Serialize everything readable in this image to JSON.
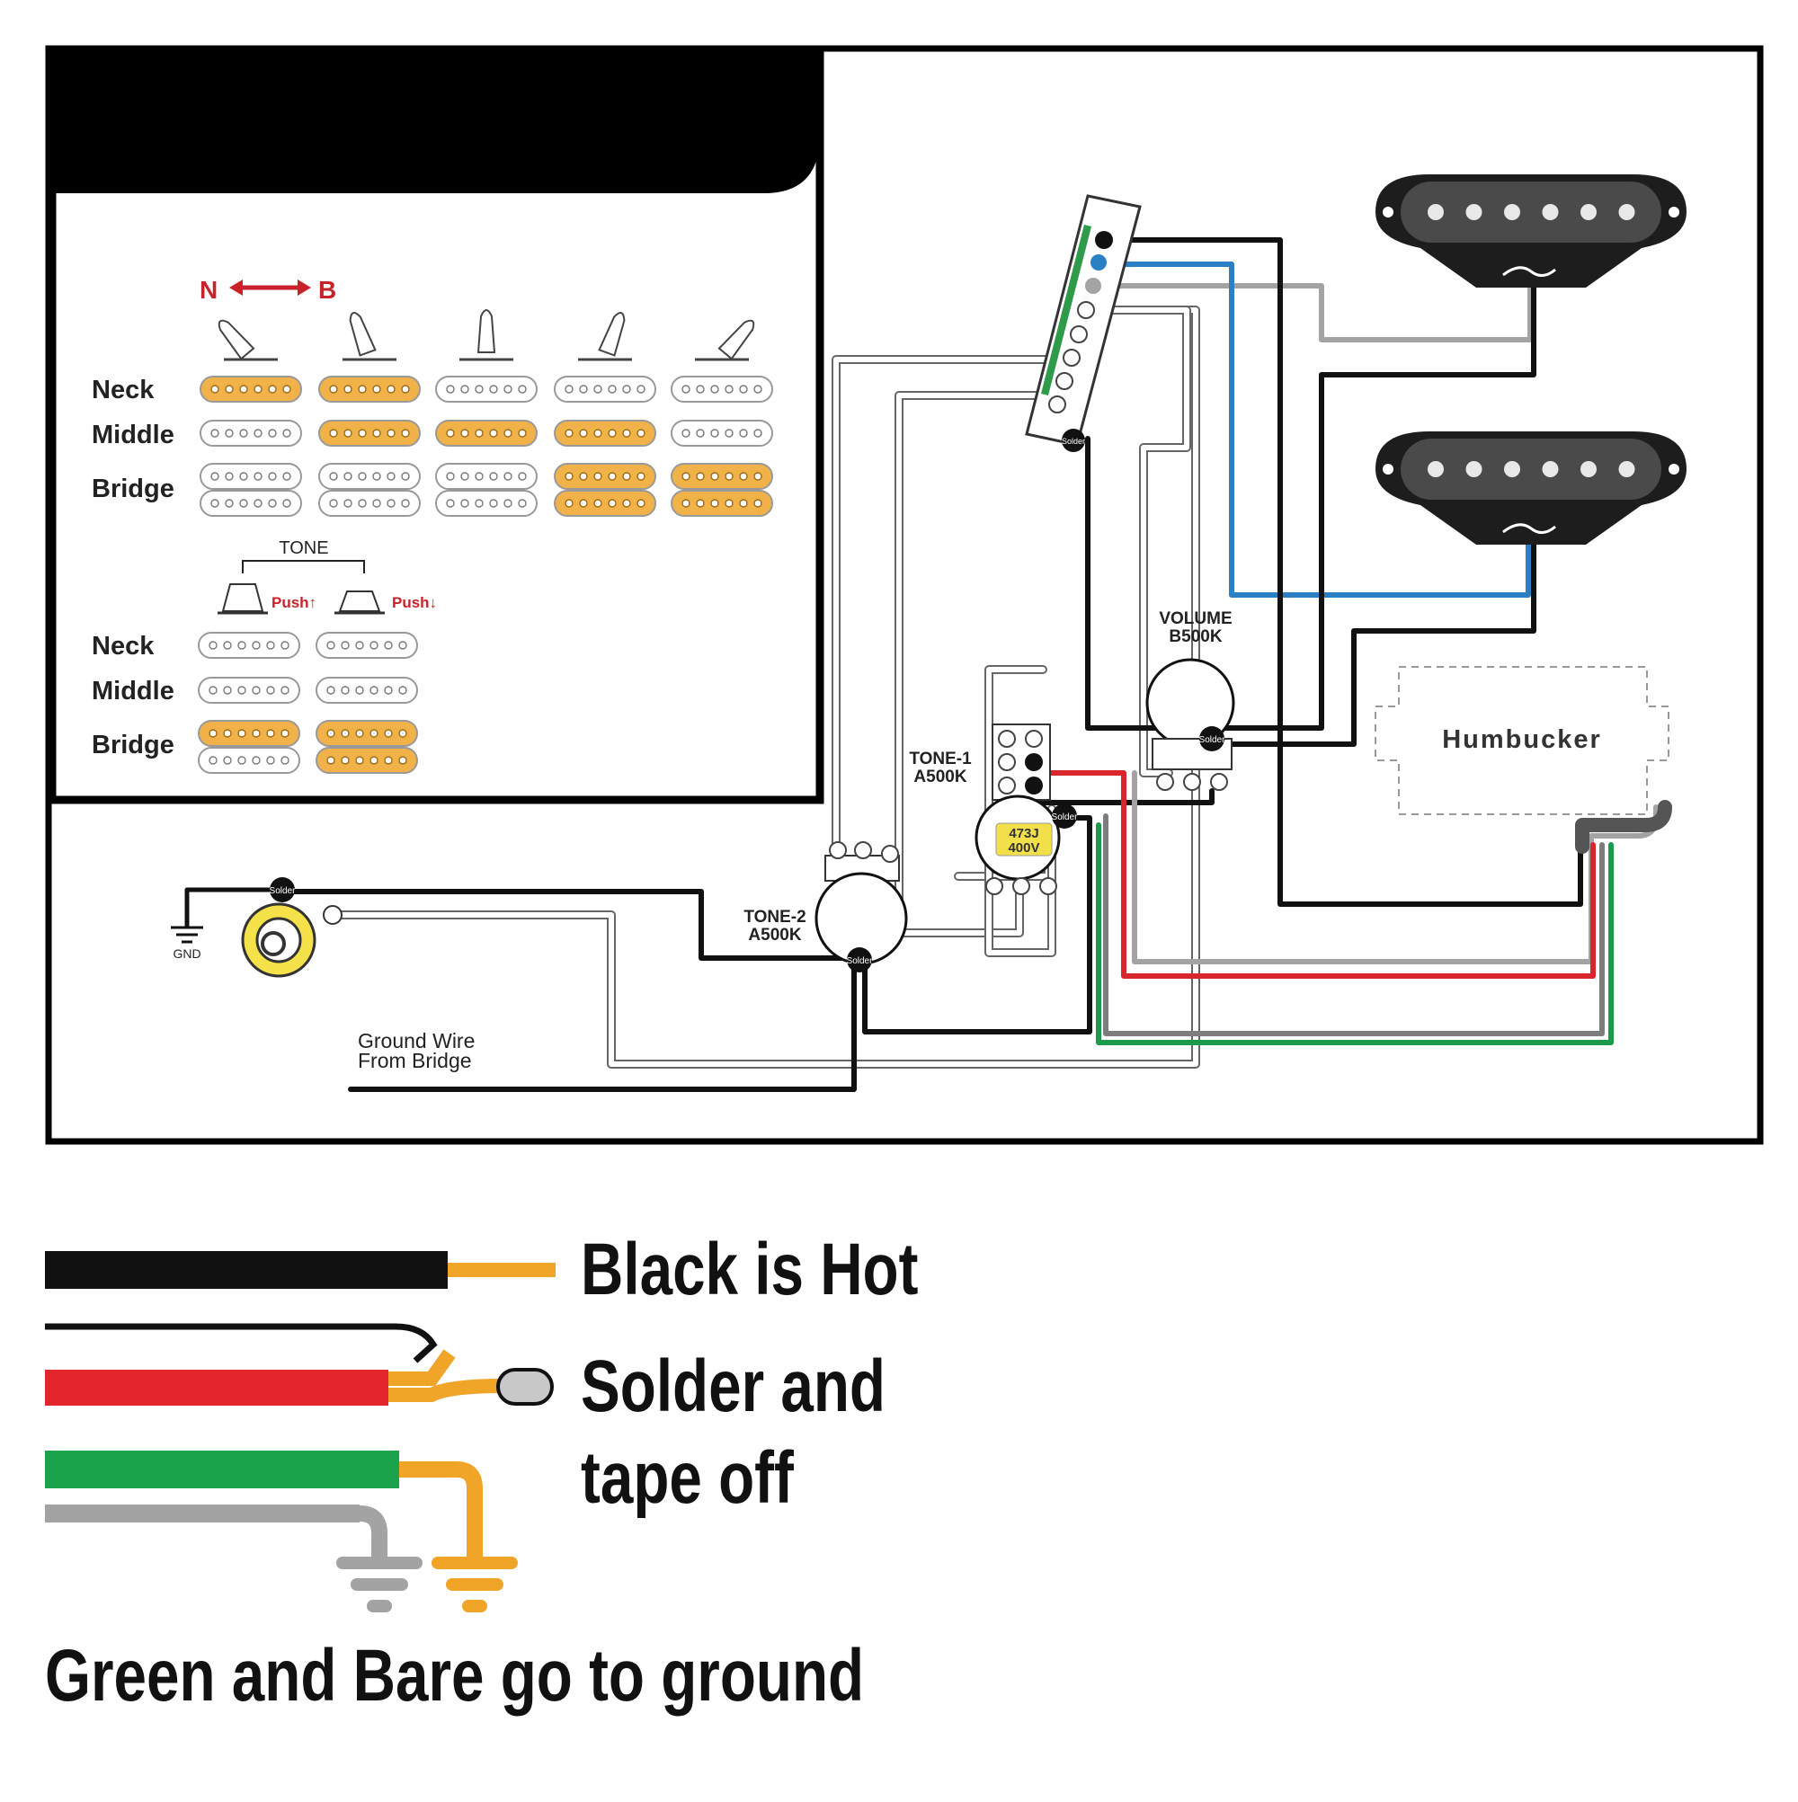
{
  "switch_chart": {
    "direction": {
      "left": "N",
      "right": "B"
    },
    "rows": [
      "Neck",
      "Middle",
      "Bridge"
    ],
    "positions": [
      {
        "neck": true,
        "middle": false,
        "bridge": false
      },
      {
        "neck": true,
        "middle": true,
        "bridge": false
      },
      {
        "neck": false,
        "middle": true,
        "bridge": false
      },
      {
        "neck": false,
        "middle": true,
        "bridge": true
      },
      {
        "neck": false,
        "middle": false,
        "bridge": true
      }
    ]
  },
  "tone_chart": {
    "title": "TONE",
    "push_up_label": "Push↑",
    "push_down_label": "Push↓",
    "rows": [
      "Neck",
      "Middle",
      "Bridge"
    ],
    "states": [
      {
        "neck": false,
        "middle": false,
        "bridge": true,
        "bridge_split": true
      },
      {
        "neck": false,
        "middle": false,
        "bridge": true,
        "bridge_split": false
      }
    ]
  },
  "components": {
    "volume": {
      "name": "VOLUME",
      "value": "B500K"
    },
    "tone1": {
      "name": "TONE-1",
      "value": "A500K"
    },
    "tone2": {
      "name": "TONE-2",
      "value": "A500K"
    },
    "capacitor": {
      "line1": "473J",
      "line2": "400V"
    },
    "humbucker": "Humbucker",
    "solder": "Solder",
    "gnd": "GND",
    "ground_wire": {
      "line1": "Ground Wire",
      "line2": "From Bridge"
    }
  },
  "legend": {
    "black_hot": "Black is Hot",
    "solder_line1": "Solder and",
    "solder_line2": "tape off",
    "ground": "Green and Bare go to ground"
  },
  "colors": {
    "hot": "#111111",
    "red": "#d9262c",
    "green": "#1a9a4a",
    "bare": "#a3a3a3",
    "blue": "#2b7fc4",
    "active_pickup": "#f2b24a",
    "solder_orange": "#f0a428",
    "tape": "#c8c8c8"
  }
}
